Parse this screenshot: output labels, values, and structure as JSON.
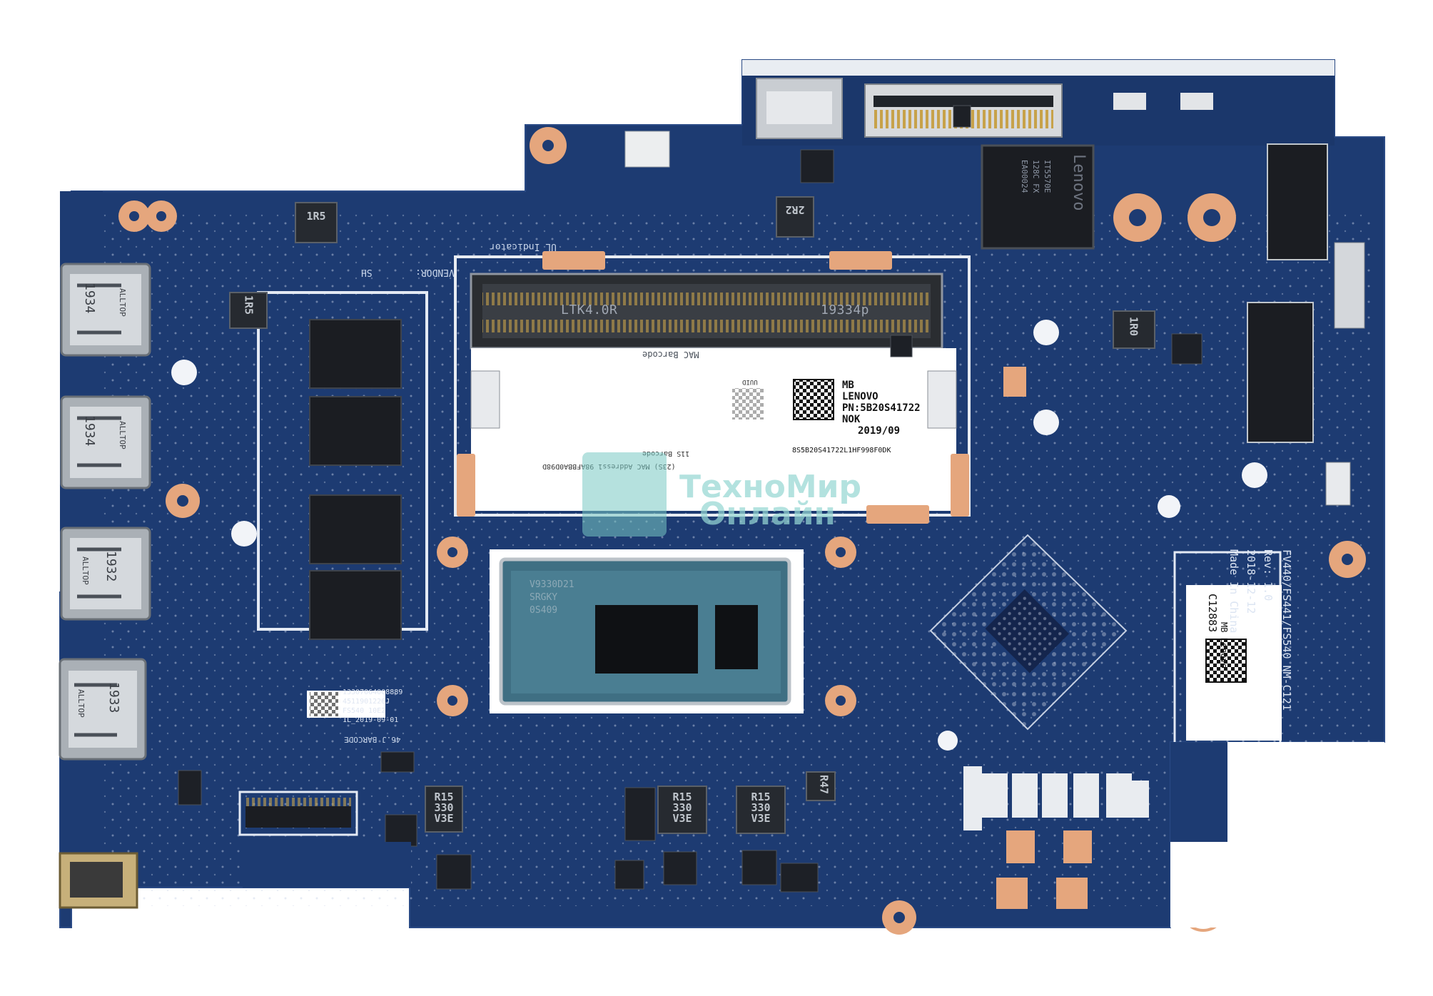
{
  "memory_slot": {
    "left_text": "LTK4.0R",
    "right_text": "19334p",
    "mac_label": "MAC Barcode"
  },
  "label_sticker": {
    "lines": [
      "MB",
      "LENOVO",
      "PN:5B20S41722",
      "NOK",
      "2019/09"
    ],
    "serial": "8S5B20S41722L1HF998F0DK",
    "uuid": "UUID"
  },
  "barcode_strip": {
    "line1": "11S Barcode",
    "line2": "(23S) MAC Address1 98AFBBA0D98D"
  },
  "board_text": {
    "model": "FV440/FS441/FS540 NM-C121",
    "rev": "Rev: 1.0",
    "date": "2018-12-12",
    "origin": "Made In China",
    "ul_indicator": "UL Indicator",
    "vendor": "VENDOR:",
    "sh": "SH",
    "sticker_c": "C12883",
    "sticker_mb": "MB Lenovo",
    "small_label": [
      "13307064008889",
      "4511901220J",
      "FS540   10E2",
      "1L_2019-09-01"
    ],
    "bar_code": "46.J BARCODE"
  },
  "cpu": {
    "lines": [
      "V9330D21",
      "SRGKY",
      "0S409"
    ]
  },
  "ec_chip": {
    "brand": "Lenovo",
    "lines": [
      "IT5570E",
      "128C FX",
      "EA00024"
    ]
  },
  "usb_ports": [
    {
      "brand": "ALLTOP",
      "number": "1934"
    },
    {
      "brand": "ALLTOP",
      "number": "1934"
    },
    {
      "brand": "ALLTOP",
      "number": "1932"
    },
    {
      "brand": "ALLTOP",
      "number": "1933"
    }
  ],
  "inductors": [
    "1R5",
    "1R5",
    "2R2",
    "R15 330 V3E",
    "R15 330 V3E",
    "R15 330 V3E",
    "R47",
    "1R0"
  ],
  "watermark": {
    "line1": "ТехноМир",
    "line2": "Онлайн"
  },
  "colors": {
    "pcb": "#1d3b72",
    "pcb_dark": "#16305f",
    "pad": "#e5a67d",
    "chip": "#1d1f24"
  }
}
